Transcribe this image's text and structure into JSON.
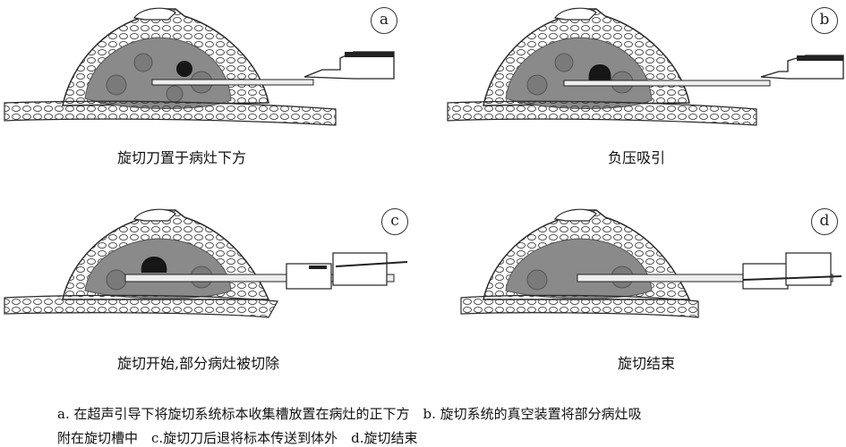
{
  "panels": [
    {
      "letter": "a",
      "caption": "旋切刀置于病灶下方"
    },
    {
      "letter": "b",
      "caption": "负压吸引"
    },
    {
      "letter": "c",
      "caption": "旋切开始,部分病灶被切除"
    },
    {
      "letter": "d",
      "caption": "旋切结束"
    }
  ],
  "legend": {
    "line1": "a. 在超声引导下将旋切系统标本收集槽放置在病灶的正下方　b. 旋切系统的真空装置将部分病灶吸",
    "line2": "附在旋切槽中　c.旋切刀后退将标本传送到体外　d.旋切结束"
  },
  "colors": {
    "tissue": "#8a8a8a",
    "lesion": "#161616",
    "outline": "#2a2a2a"
  }
}
